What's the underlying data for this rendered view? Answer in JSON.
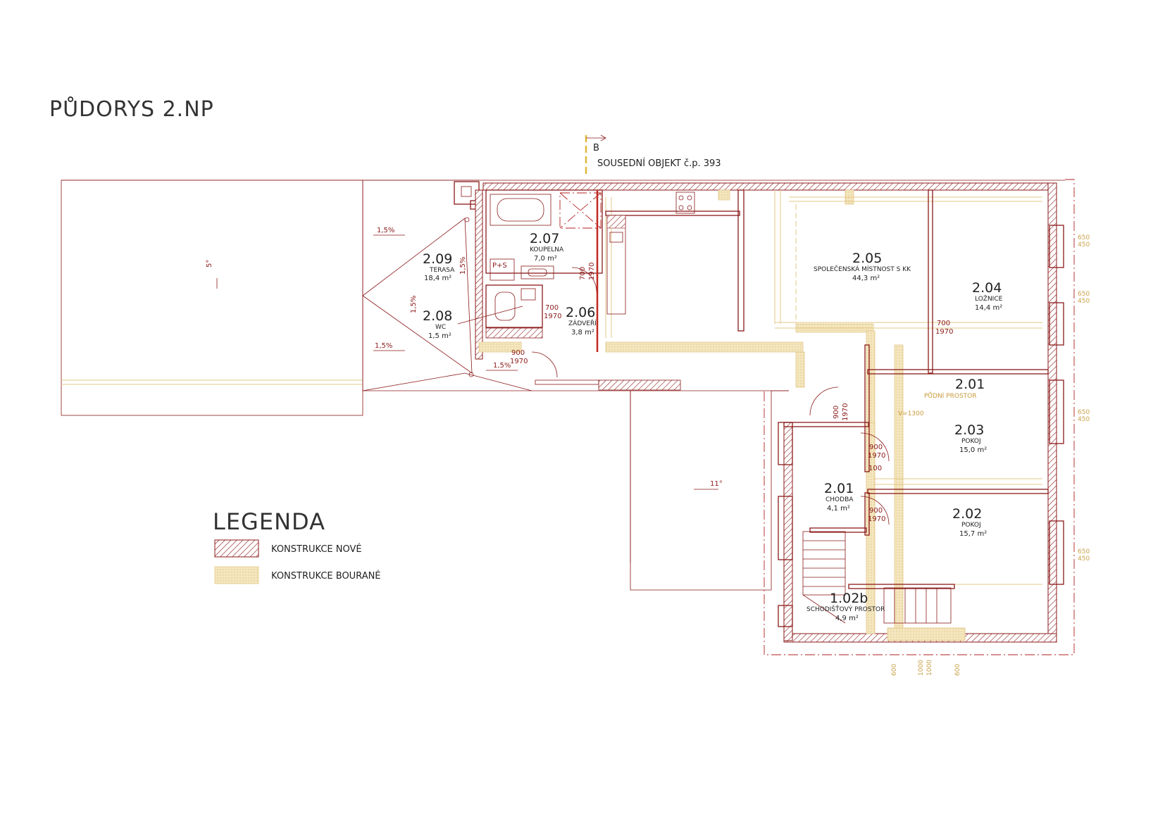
{
  "title": "PŮDORYS 2.NP",
  "section_marker": "B",
  "neighbor_label": "SOUSEDNÍ OBJEKT č.p. 393",
  "rooms": [
    {
      "number": "2.09",
      "name": "TERASA",
      "area": "18,4 m²"
    },
    {
      "number": "2.08",
      "name": "WC",
      "area": "1,5 m²"
    },
    {
      "number": "2.07",
      "name": "KOUPELNA",
      "area": "7,0 m²"
    },
    {
      "number": "2.06",
      "name": "ZÁDVEŘÍ",
      "area": "3,8 m²"
    },
    {
      "number": "2.05",
      "name": "SPOLEČENSKÁ MÍSTNOST S KK",
      "area": "44,3 m²"
    },
    {
      "number": "2.04",
      "name": "LOŽNICE",
      "area": "14,4 m²"
    },
    {
      "number": "2.01",
      "name": "PŮDNÍ PROSTOR",
      "area": ""
    },
    {
      "number": "2.03",
      "name": "POKOJ",
      "area": "15,0 m²"
    },
    {
      "number": "2.01",
      "name": "CHODBA",
      "area": "4,1 m²"
    },
    {
      "number": "2.02",
      "name": "POKOJ",
      "area": "15,7 m²"
    },
    {
      "number": "1.02b",
      "name": "SCHODIŠŤOVÝ PROSTOR",
      "area": "4,9 m²"
    }
  ],
  "slopes": [
    "1,5%",
    "1,5%",
    "1,5%",
    "1,5%",
    "1,5%"
  ],
  "roof_slopes": [
    "5°",
    "11°"
  ],
  "doors": [
    {
      "w": "900",
      "h": "1970"
    },
    {
      "w": "700",
      "h": "1970"
    },
    {
      "w": "700",
      "h": "1970"
    },
    {
      "w": "700",
      "h": "1970"
    },
    {
      "w": "900",
      "h": "1970"
    },
    {
      "w": "900",
      "h": "1970"
    },
    {
      "w": "900",
      "h": "1970"
    }
  ],
  "sill_heights": [
    "650",
    "450"
  ],
  "ps_label": "P+S",
  "vh_label": "V=1300",
  "h_label": "100",
  "bottom_dims": [
    "600",
    "1000",
    "1000",
    "600"
  ],
  "legend": {
    "title": "LEGENDA",
    "items": [
      {
        "label": "KONSTRUKCE NOVÉ",
        "color": "#8b1a1a"
      },
      {
        "label": "KONSTRUKCE BOURANÉ",
        "color": "#f1dfb0"
      }
    ]
  },
  "colors": {
    "new": "#8b1a1a",
    "demolished": "#e3c98a",
    "line": "#8b1a1a"
  }
}
